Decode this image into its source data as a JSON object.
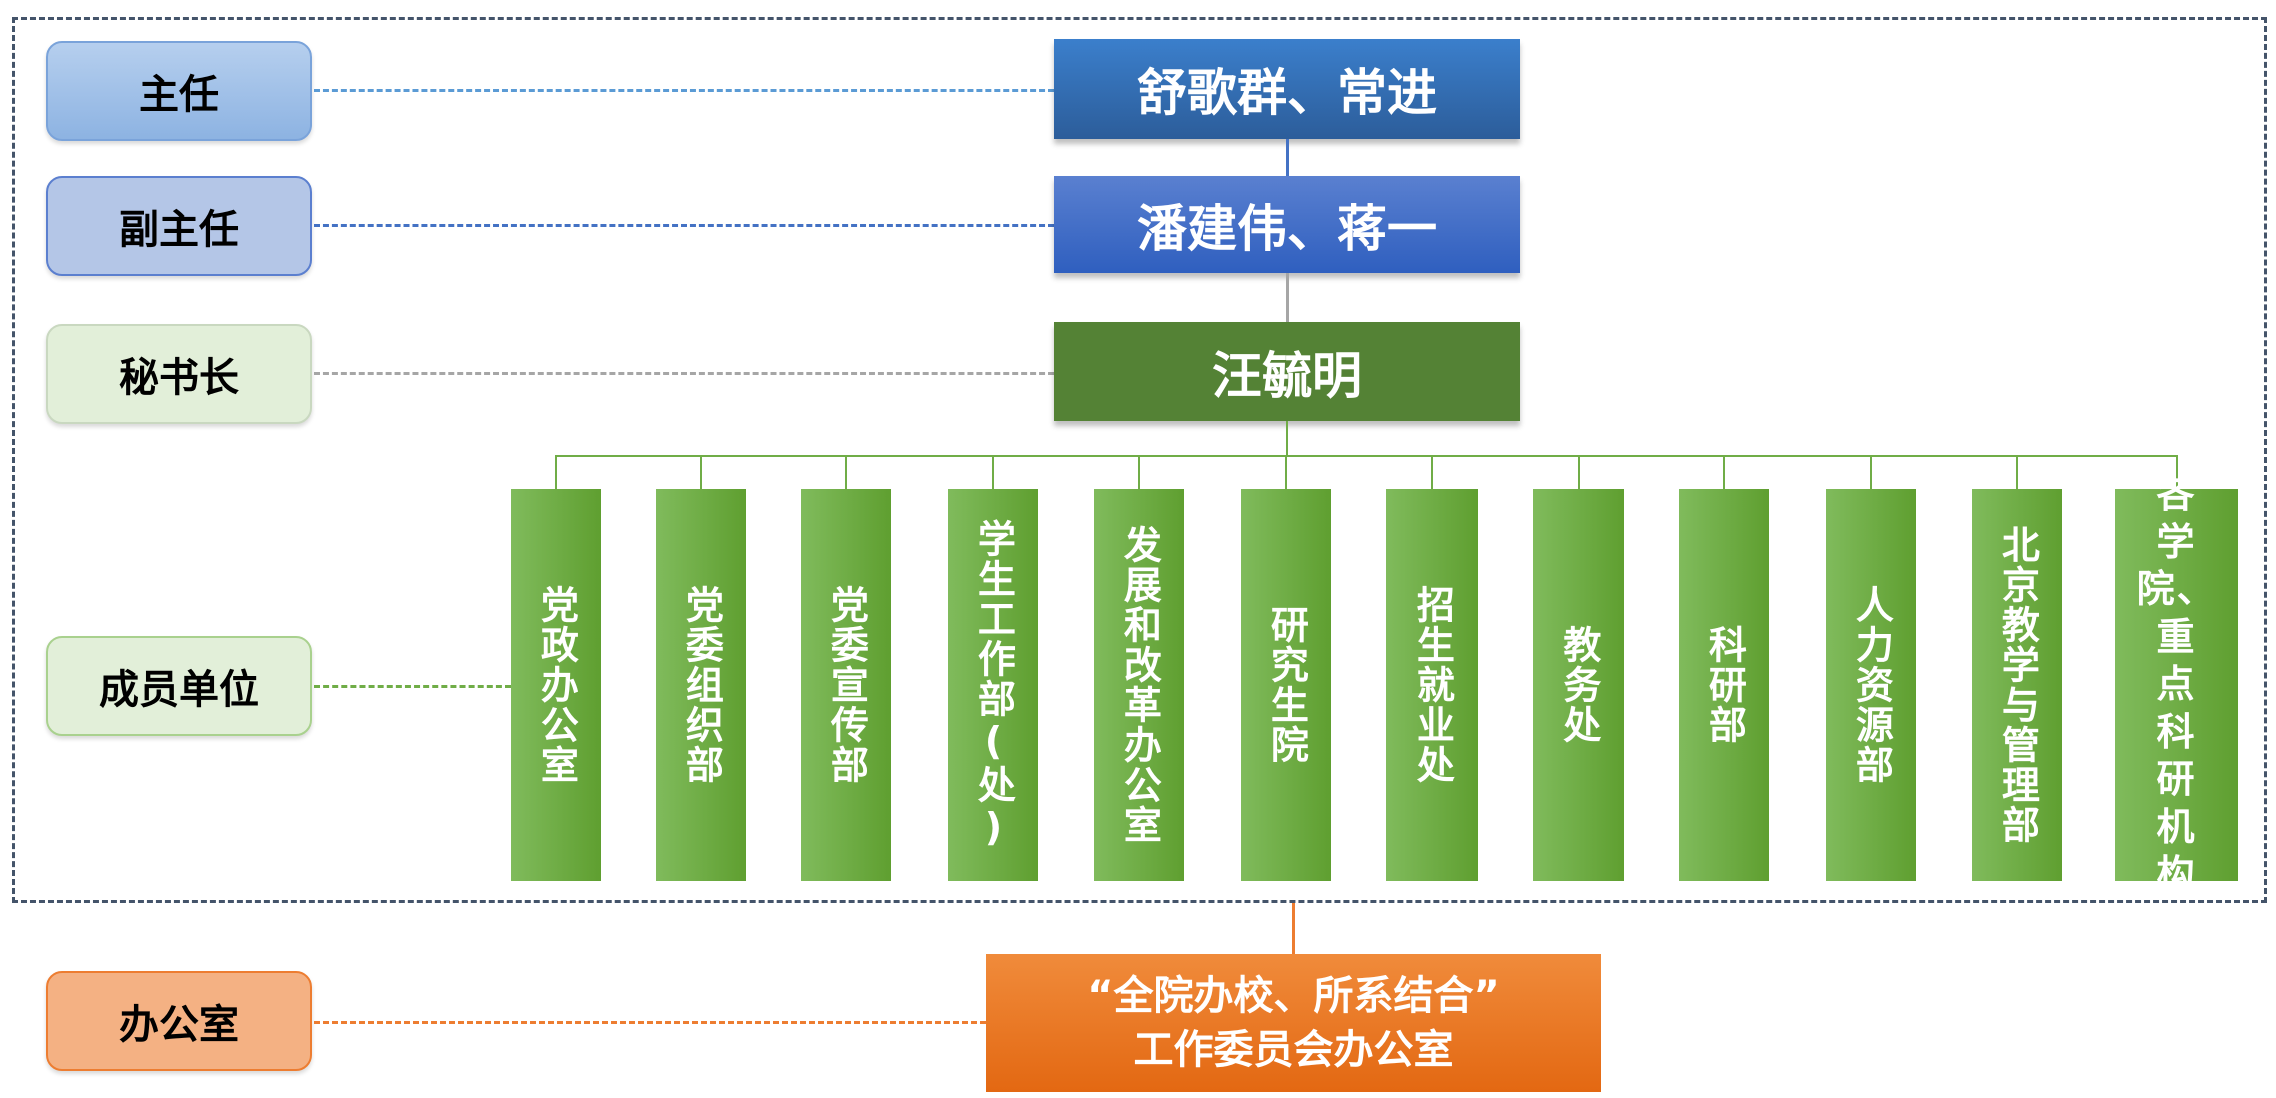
{
  "roles": {
    "director": "主任",
    "deputy_director": "副主任",
    "secretary_general": "秘书长",
    "member_units": "成员单位",
    "office": "办公室"
  },
  "people": {
    "director": "舒歌群、常进",
    "deputy_director": "潘建伟、蒋一",
    "secretary_general": "汪毓明"
  },
  "units": [
    "党政办公室",
    "党委组织部",
    "党委宣传部",
    "学生工作部(处)",
    "发展和改革办公室",
    "研究生院",
    "招生就业处",
    "教务处",
    "科研部",
    "人力资源部",
    "北京教学与管理部",
    "各学院、重点科研机构"
  ],
  "office_box": {
    "line1": "“全院办校、所系结合”",
    "line2": "工作委员会办公室"
  },
  "colors": {
    "director": "#3b7fcc",
    "deputy": "#2f5fbf",
    "secretary": "#548235",
    "units": "#70ad47",
    "office": "#ed7d31",
    "frame": "#44546a"
  }
}
